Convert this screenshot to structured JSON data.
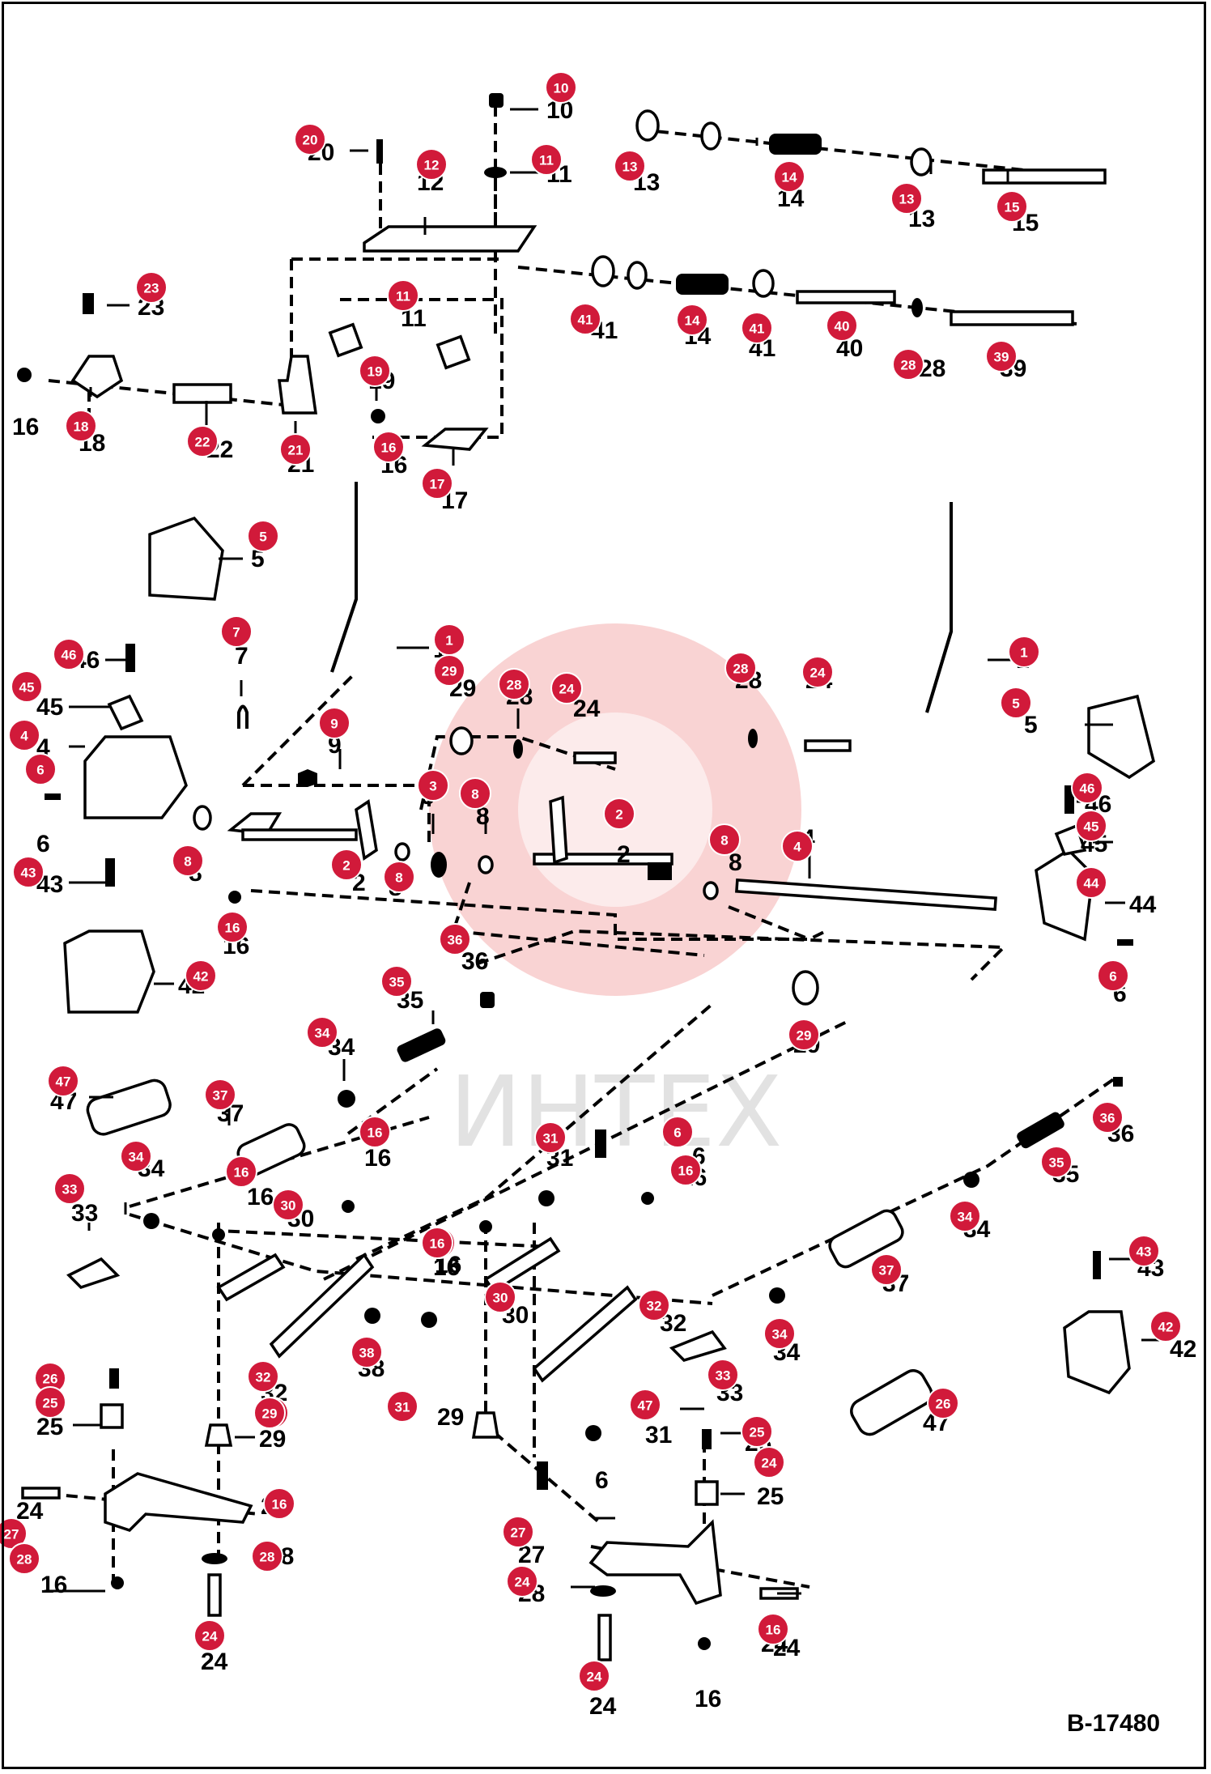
{
  "watermark": "ИНТЕХ",
  "figure_code": "B-17480",
  "colors": {
    "badge": "#d11a3a",
    "line": "#000000",
    "watermark": "#f3a7a7"
  },
  "labels": [
    "10",
    "11",
    "20",
    "12",
    "13",
    "14",
    "13",
    "15",
    "11",
    "41",
    "14",
    "41",
    "40",
    "28",
    "39",
    "23",
    "19",
    "16",
    "18",
    "22",
    "21",
    "16",
    "17",
    "5",
    "1",
    "1",
    "7",
    "46",
    "45",
    "4",
    "9",
    "29",
    "28",
    "24",
    "28",
    "24",
    "5",
    "6",
    "8",
    "3",
    "8",
    "2",
    "2",
    "8",
    "8",
    "4",
    "46",
    "45",
    "44",
    "43",
    "16",
    "42",
    "36",
    "6",
    "35",
    "36",
    "34",
    "29",
    "47",
    "37",
    "34",
    "33",
    "16",
    "16",
    "31",
    "6",
    "16",
    "30",
    "16",
    "34",
    "36",
    "35",
    "37",
    "43",
    "42",
    "16",
    "30",
    "32",
    "38",
    "34",
    "33",
    "26",
    "25",
    "32",
    "29",
    "29",
    "31",
    "47",
    "26",
    "25",
    "24",
    "27",
    "28",
    "16",
    "24",
    "6",
    "27",
    "28",
    "24",
    "24",
    "16",
    "24"
  ],
  "badges": [
    "10",
    "11",
    "20",
    "12",
    "13",
    "14",
    "13",
    "15",
    "23",
    "11",
    "41",
    "14",
    "41",
    "40",
    "28",
    "39",
    "19",
    "18",
    "22",
    "21",
    "16",
    "17",
    "5",
    "1",
    "1",
    "7",
    "46",
    "45",
    "4",
    "29",
    "28",
    "24",
    "28",
    "24",
    "5",
    "9",
    "6",
    "3",
    "8",
    "8",
    "2",
    "2",
    "8",
    "8",
    "4",
    "46",
    "45",
    "44",
    "43",
    "16",
    "42",
    "36",
    "6",
    "35",
    "34",
    "29",
    "47",
    "37",
    "34",
    "16",
    "33",
    "16",
    "31",
    "6",
    "16",
    "30",
    "16",
    "34",
    "36",
    "35",
    "37",
    "43",
    "42",
    "16",
    "30",
    "32",
    "38",
    "32",
    "34",
    "33",
    "26",
    "25",
    "29",
    "29",
    "31",
    "47",
    "26",
    "25",
    "24",
    "27",
    "16",
    "28",
    "27",
    "28",
    "24",
    "24",
    "16",
    "24"
  ]
}
